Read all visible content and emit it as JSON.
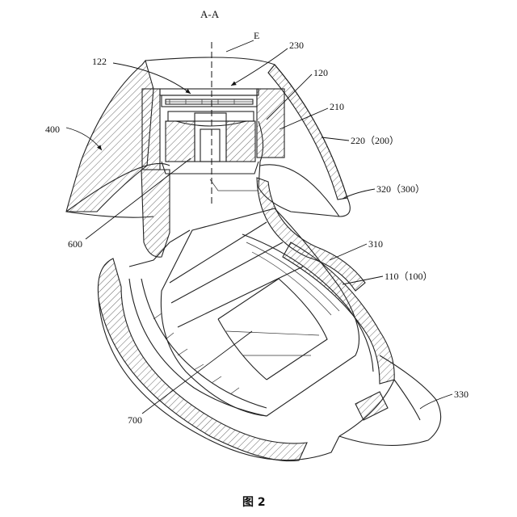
{
  "section_label": "A-A",
  "axis_label": "E",
  "caption": "图 2",
  "labels": {
    "l230": "230",
    "l122": "122",
    "l120": "120",
    "l210": "210",
    "l400": "400",
    "l220_200": "220（200）",
    "l320_300": "320（300）",
    "l600": "600",
    "l310": "310",
    "l110_100": "110（100）",
    "l700": "700",
    "l330": "330"
  }
}
